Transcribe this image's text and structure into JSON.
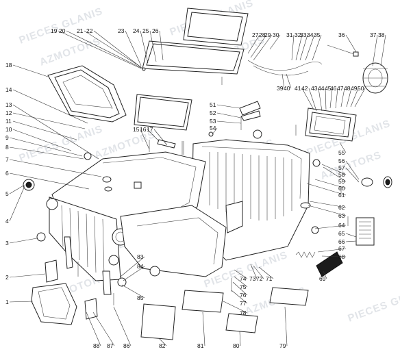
{
  "diagram": {
    "watermark_lines": [
      "PIECES GLANIS",
      "AZMOTORS"
    ],
    "callouts": [
      "1",
      "2",
      "3",
      "4",
      "5",
      "6",
      "7",
      "8",
      "9",
      "10",
      "11",
      "12",
      "13",
      "14",
      "15",
      "16",
      "17",
      "18",
      "19",
      "20",
      "21",
      "22",
      "23",
      "24",
      "25",
      "26",
      "27",
      "28",
      "29",
      "30",
      "31",
      "32",
      "33",
      "34",
      "35",
      "36",
      "37",
      "38",
      "39",
      "40",
      "41",
      "42",
      "43",
      "44",
      "45",
      "46",
      "47",
      "48",
      "49",
      "50",
      "51",
      "52",
      "53",
      "54",
      "55",
      "56",
      "57",
      "58",
      "59",
      "60",
      "61",
      "62",
      "63",
      "64",
      "65",
      "66",
      "67",
      "68",
      "69",
      "71",
      "72",
      "73",
      "74",
      "75",
      "76",
      "77",
      "78",
      "79",
      "80",
      "81",
      "82",
      "83",
      "84",
      "85",
      "86",
      "87",
      "88"
    ]
  }
}
